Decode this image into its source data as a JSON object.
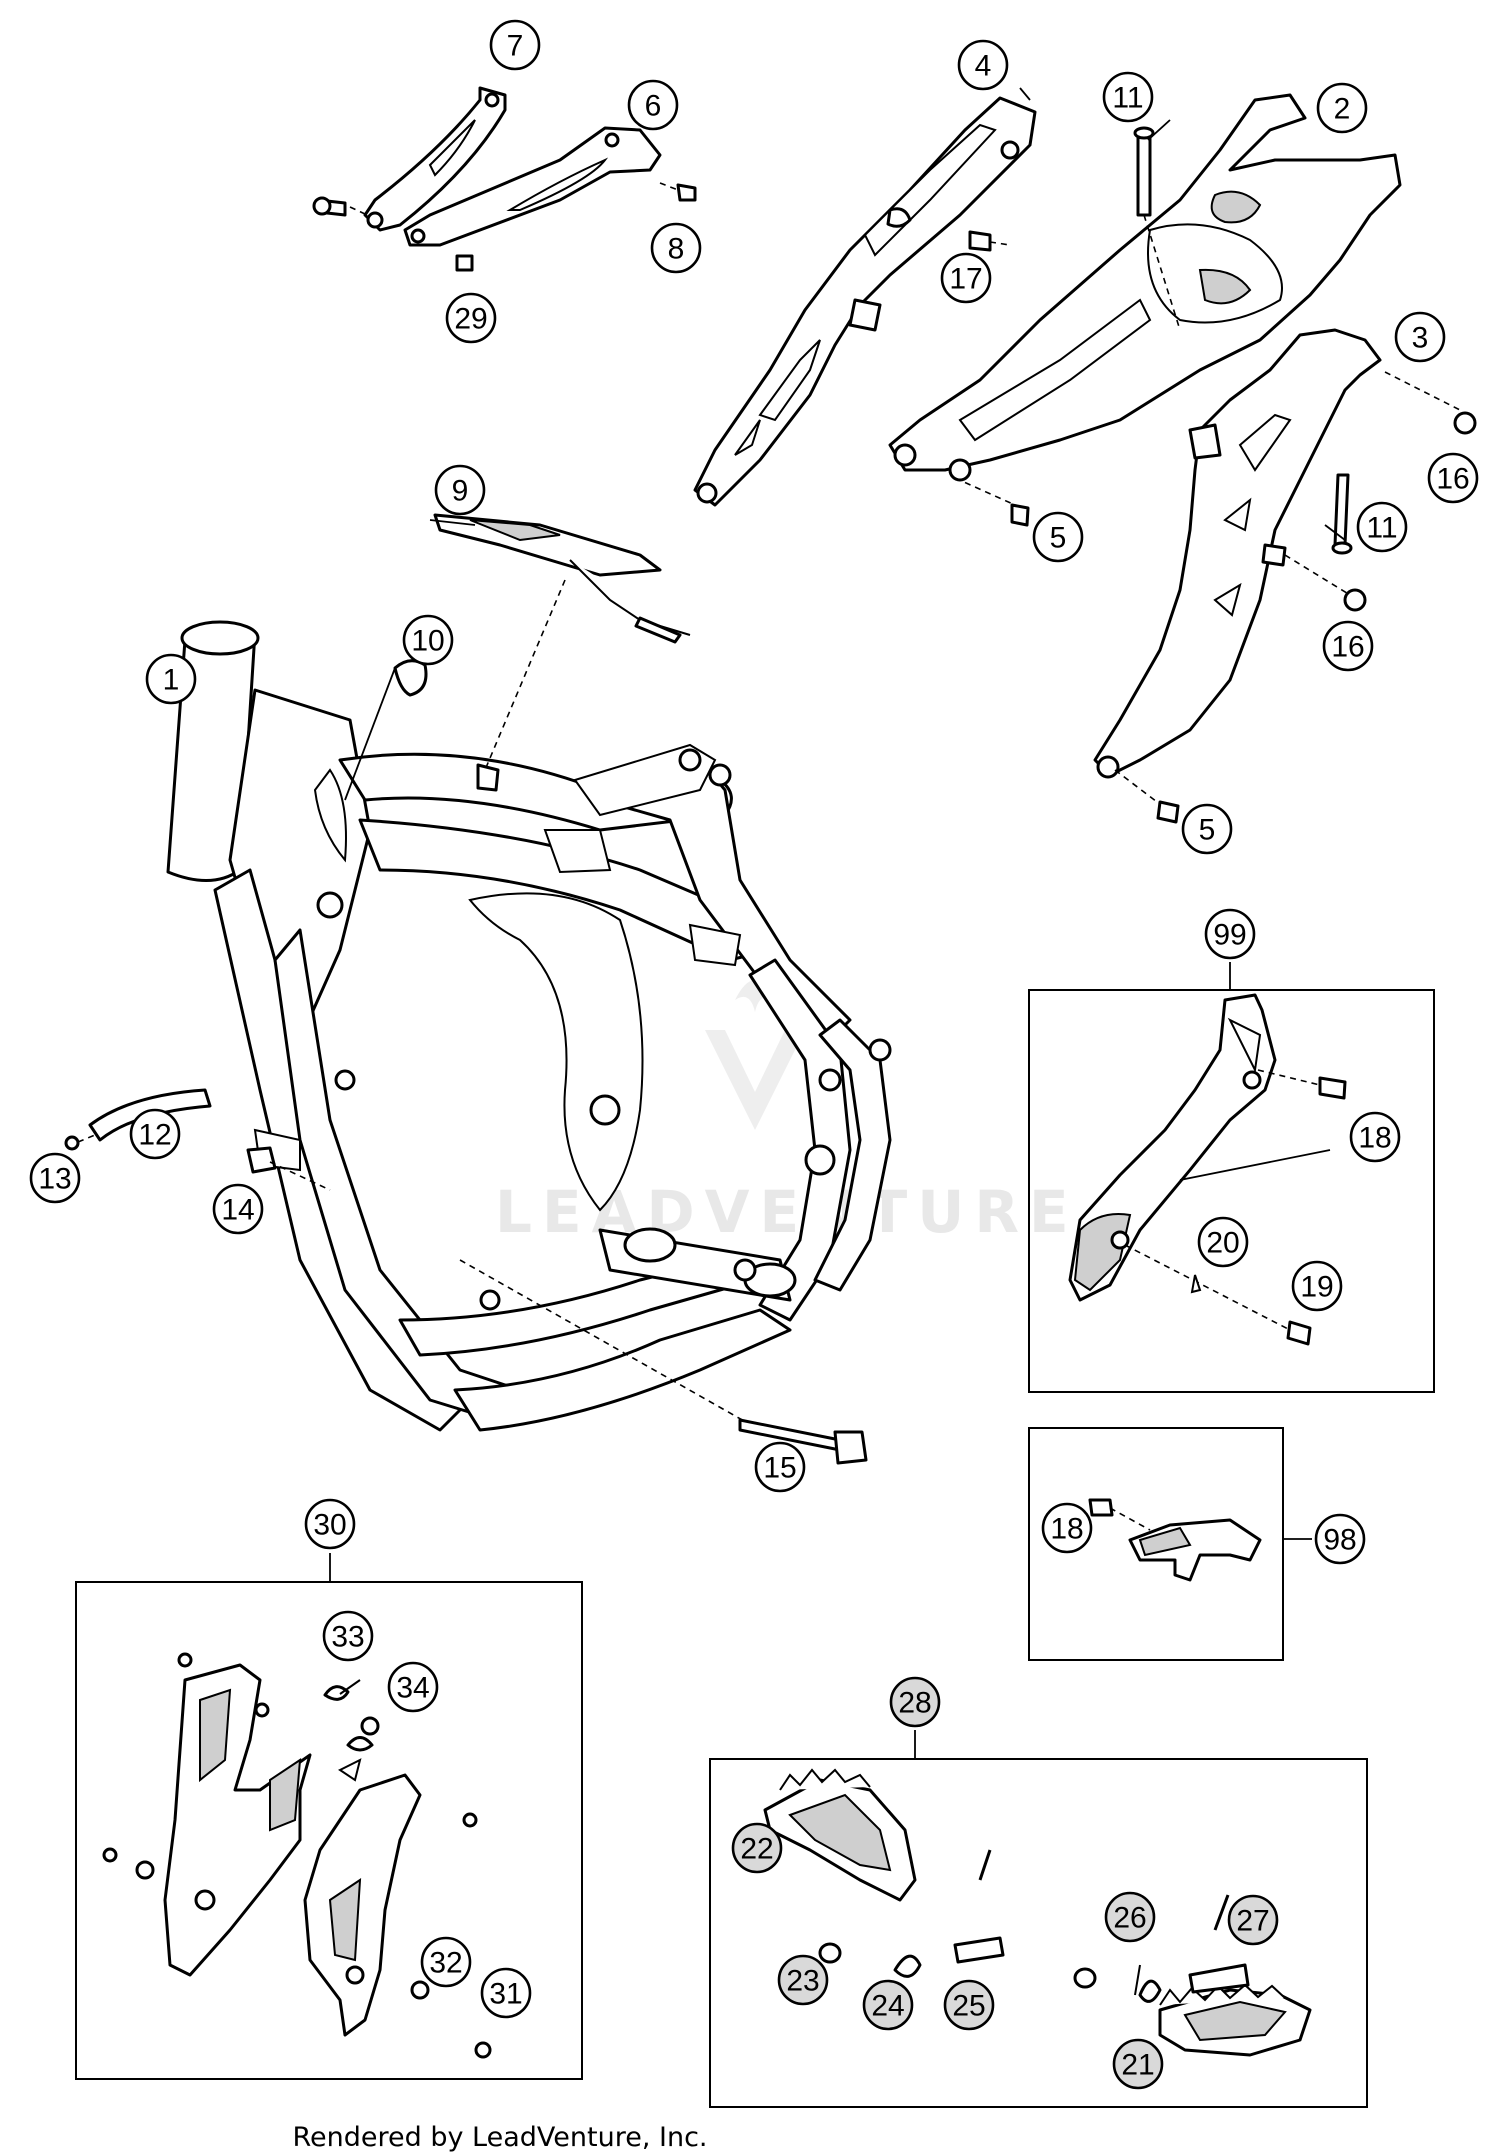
{
  "watermark": "LEADVENTURE",
  "footer": "Rendered by LeadVenture, Inc.",
  "callouts": {
    "c1": "1",
    "c2": "2",
    "c3": "3",
    "c4": "4",
    "c5a": "5",
    "c5b": "5",
    "c6": "6",
    "c7": "7",
    "c8": "8",
    "c9": "9",
    "c10": "10",
    "c11a": "11",
    "c11b": "11",
    "c12": "12",
    "c13": "13",
    "c14": "14",
    "c15": "15",
    "c16a": "16",
    "c16b": "16",
    "c17": "17",
    "c18a": "18",
    "c18b": "18",
    "c19": "19",
    "c20": "20",
    "c21": "21",
    "c22": "22",
    "c23": "23",
    "c24": "24",
    "c25": "25",
    "c26": "26",
    "c27": "27",
    "c28": "28",
    "c29": "29",
    "c30": "30",
    "c31": "31",
    "c32": "32",
    "c33": "33",
    "c34": "34",
    "c98": "98",
    "c99": "99"
  }
}
